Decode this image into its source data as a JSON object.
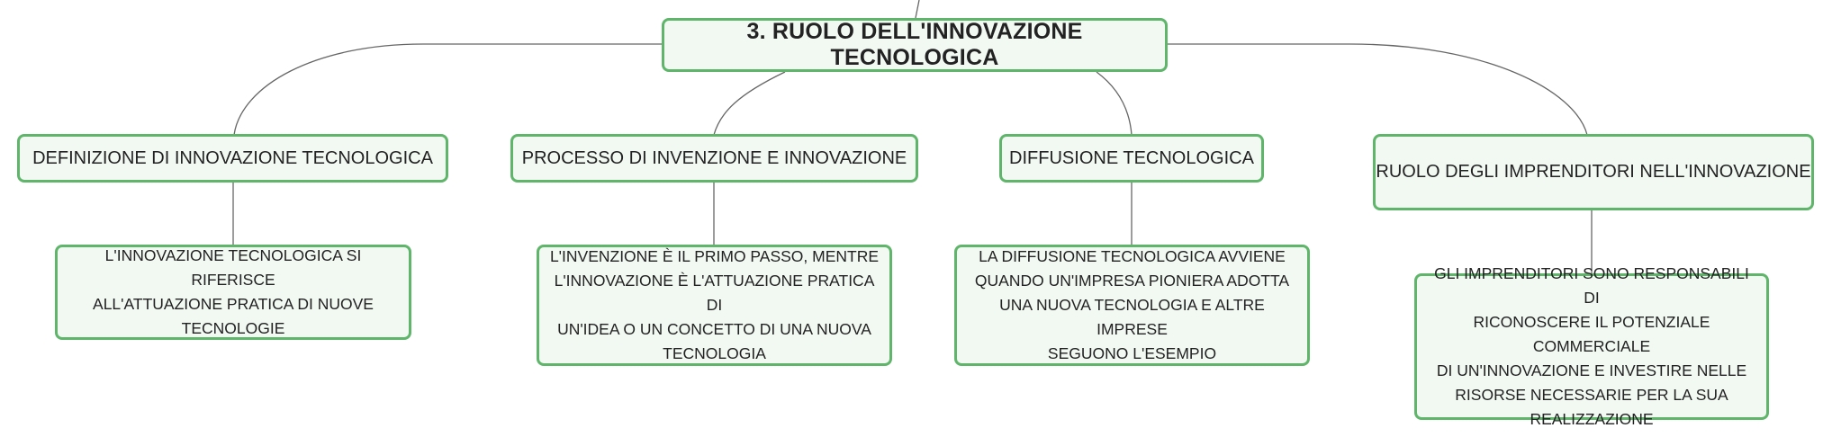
{
  "diagram": {
    "root": {
      "label": "3. RUOLO DELL'INNOVAZIONE TECNOLOGICA"
    },
    "branches": [
      {
        "label": "DEFINIZIONE DI INNOVAZIONE TECNOLOGICA",
        "detail": "L'INNOVAZIONE TECNOLOGICA SI RIFERISCE\nALL'ATTUAZIONE PRATICA DI NUOVE\nTECNOLOGIE"
      },
      {
        "label": "PROCESSO DI INVENZIONE E INNOVAZIONE",
        "detail": "L'INVENZIONE È IL PRIMO PASSO, MENTRE\nL'INNOVAZIONE È L'ATTUAZIONE PRATICA DI\nUN'IDEA O UN CONCETTO DI UNA NUOVA\nTECNOLOGIA"
      },
      {
        "label": "DIFFUSIONE TECNOLOGICA",
        "detail": "LA DIFFUSIONE TECNOLOGICA AVVIENE\nQUANDO UN'IMPRESA PIONIERA ADOTTA\nUNA NUOVA TECNOLOGIA E ALTRE IMPRESE\nSEGUONO L'ESEMPIO"
      },
      {
        "label": "RUOLO DEGLI IMPRENDITORI NELL'INNOVAZIONE",
        "detail": "GLI IMPRENDITORI SONO RESPONSABILI DI\nRICONOSCERE IL POTENZIALE COMMERCIALE\nDI UN'INNOVAZIONE E INVESTIRE NELLE\nRISORSE NECESSARIE PER LA SUA\nREALIZZAZIONE"
      }
    ]
  }
}
